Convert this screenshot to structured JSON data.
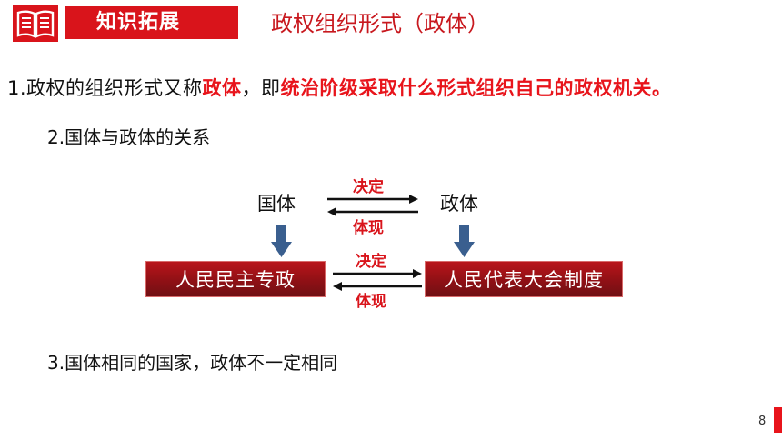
{
  "header": {
    "tag": "知识拓展",
    "title": "政权组织形式（政体）"
  },
  "point1": {
    "prefix": "1.政权的组织形式又称",
    "term": "政体",
    "mid": "，即",
    "definition": "统治阶级采取什么形式组织自己的政权机关。"
  },
  "point2": "2.国体与政体的关系",
  "diagram": {
    "left_label": "国体",
    "right_label": "政体",
    "top_forward": "决定",
    "top_backward": "体现",
    "left_box": "人民民主专政",
    "right_box": "人民代表大会制度",
    "bottom_forward": "决定",
    "bottom_backward": "体现"
  },
  "point3": "3.国体相同的国家，政体不一定相同",
  "page_number": "8",
  "colors": {
    "accent_red": "#d9141b",
    "highlight_red": "#e8141b",
    "box_red": "#8c1015",
    "arrow_blue": "#3a5f8f"
  }
}
